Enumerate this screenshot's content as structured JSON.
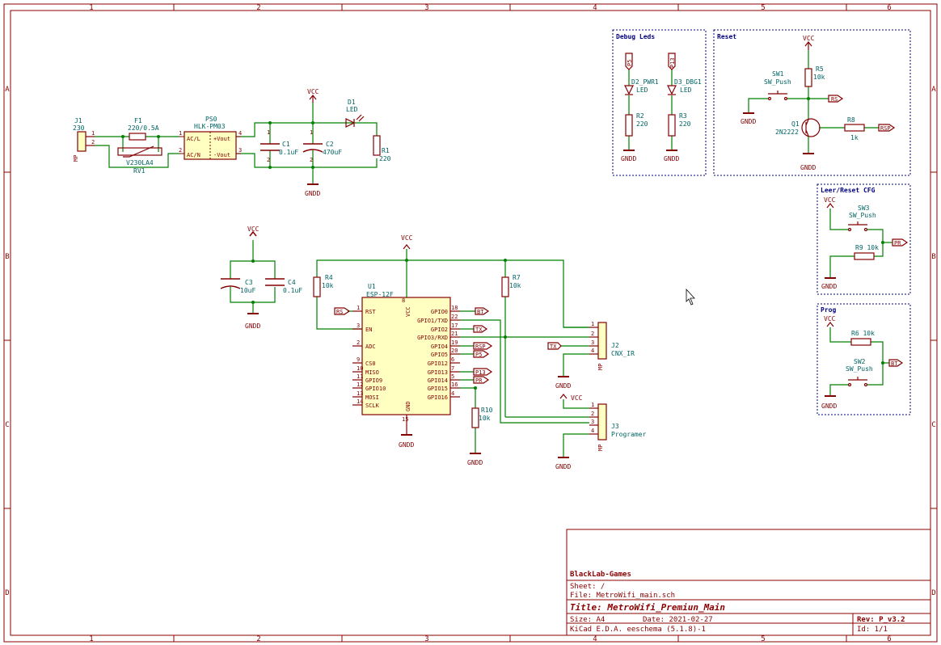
{
  "frame": {
    "columns": [
      "1",
      "2",
      "3",
      "4",
      "5",
      "6"
    ],
    "rows": [
      "A",
      "B",
      "C",
      "D"
    ]
  },
  "colors": {
    "border": "#8b0000",
    "wire": "#008000",
    "component": "#840000",
    "ref": "#006464",
    "box": "#00007f"
  },
  "boxes": {
    "debug_leds": "Debug Leds",
    "reset": "Reset",
    "leer_reset_cfg": "Leer/Reset CFG",
    "prog": "Prog"
  },
  "power": {
    "j1_ref": "J1",
    "j1_val": "230",
    "j1_mp": "MP",
    "j1_p1": "1",
    "j1_p2": "2",
    "f1_ref": "F1",
    "f1_val": "220/0.5A",
    "rv1_ref": "RV1",
    "rv1_val": "V230LA4",
    "ps0_ref": "PS0",
    "ps0_val": "HLK-PM03",
    "ps0_acl": "AC/L",
    "ps0_acn": "AC/N",
    "ps0_vout_p": "+Vout",
    "ps0_vout_n": "-Vout",
    "ps0_p1": "1",
    "ps0_p2": "2",
    "ps0_p3": "3",
    "ps0_p4": "4",
    "vcc": "VCC",
    "c1_ref": "C1",
    "c1_val": "0.1uF",
    "c2_ref": "C2",
    "c2_val": "470uF",
    "d1_ref": "D1",
    "d1_val": "LED",
    "r1_ref": "R1",
    "r1_val": "220",
    "gndd": "GNDD",
    "p1": "1",
    "p2": "2"
  },
  "debug": {
    "p5": "P5",
    "p13": "P13",
    "d2_ref": "D2_PWR1",
    "d2_val": "LED",
    "d3_ref": "D3_DBG1",
    "d3_val": "LED",
    "r2_ref": "R2",
    "r2_val": "220",
    "r3_ref": "R3",
    "r3_val": "220",
    "gndd": "GNDD"
  },
  "reset": {
    "vcc": "VCC",
    "r5_ref": "R5",
    "r5_val": "10k",
    "sw1_ref": "SW1",
    "sw1_val": "SW_Push",
    "q1_ref": "Q1",
    "q1_val": "2N2222",
    "r8_ref": "R8",
    "r8_val": "1k",
    "rs": "RS",
    "rsp": "RSP",
    "gndd": "GNDD"
  },
  "leer": {
    "vcc": "VCC",
    "sw3_ref": "SW3",
    "sw3_val": "SW_Push",
    "r9": "R9 10k",
    "pr": "PR",
    "gndd": "GNDD"
  },
  "prog": {
    "vcc": "VCC",
    "r6": "R6 10k",
    "sw2_ref": "SW2",
    "sw2_val": "SW_Push",
    "bt": "BT",
    "gndd": "GNDD"
  },
  "main": {
    "vcc": "VCC",
    "c3_ref": "C3",
    "c3_val": "10uF",
    "c4_ref": "C4",
    "c4_val": "0.1uF",
    "r4_ref": "R4",
    "r4_val": "10k",
    "u1_ref": "U1",
    "u1_val": "ESP-12F",
    "left_pins": [
      {
        "name": "RST",
        "num": "1"
      },
      {
        "name": "EN",
        "num": "3"
      },
      {
        "name": "ADC",
        "num": "2"
      },
      {
        "name": "CS0",
        "num": "9"
      },
      {
        "name": "MISO",
        "num": "10"
      },
      {
        "name": "GPIO9",
        "num": "11"
      },
      {
        "name": "GPIO10",
        "num": "12"
      },
      {
        "name": "MOSI",
        "num": "13"
      },
      {
        "name": "SCLK",
        "num": "14"
      }
    ],
    "right_pins": [
      {
        "name": "GPIO0",
        "num": "18"
      },
      {
        "name": "GPIO1/TXD",
        "num": "22"
      },
      {
        "name": "GPIO2",
        "num": "17"
      },
      {
        "name": "GPIO3/RXD",
        "num": "21"
      },
      {
        "name": "GPIO4",
        "num": "19"
      },
      {
        "name": "GPIO5",
        "num": "20"
      },
      {
        "name": "GPIO12",
        "num": "6"
      },
      {
        "name": "GPIO13",
        "num": "7"
      },
      {
        "name": "GPIO14",
        "num": "5"
      },
      {
        "name": "GPIO15",
        "num": "16"
      },
      {
        "name": "GPIO16",
        "num": "4"
      }
    ],
    "vcc_pin_name": "VCC",
    "vcc_pin_num": "8",
    "gnd_pin_name": "GND",
    "gnd_pin_num": "15",
    "r7_ref": "R7",
    "r7_val": "10k",
    "r10_ref": "R10",
    "r10_val": "10k",
    "j2_ref": "J2",
    "j2_val": "CNX_IR",
    "j3_ref": "J3",
    "j3_val": "Programer",
    "mp": "MP",
    "pins4": [
      "1",
      "2",
      "3",
      "4"
    ],
    "labels": {
      "rs": "RS",
      "bt": "BT",
      "tx": "TX",
      "rsp": "RSP",
      "p5": "P5",
      "p13": "P13",
      "pr": "PR"
    },
    "gndd": "GNDD"
  },
  "titleblock": {
    "company": "BlackLab-Games",
    "sheet": "Sheet: /",
    "file": "File: MetroWifi_main.sch",
    "title": "Title: MetroWifi_Premiun_Main",
    "size": "Size: A4",
    "date": "Date: 2021-02-27",
    "rev": "Rev: P_v3.2",
    "tool": "KiCad E.D.A.  eeschema (5.1.8)-1",
    "id": "Id: 1/1"
  }
}
